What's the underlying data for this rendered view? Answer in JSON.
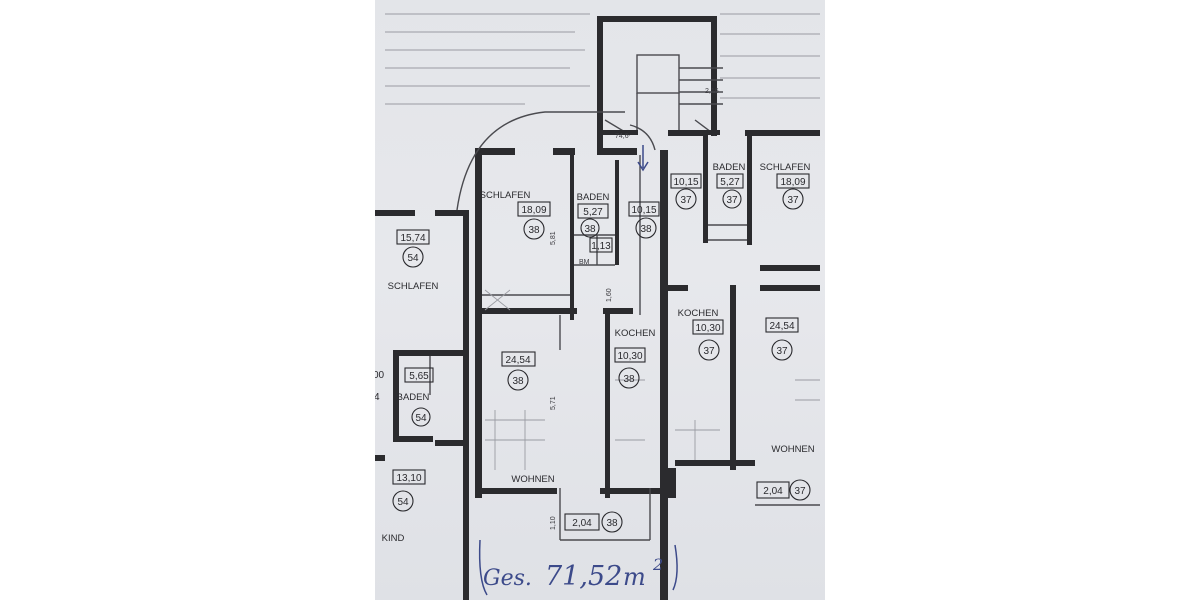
{
  "rooms": [
    {
      "id": "schlafen-38",
      "name": "SCHLAFEN",
      "area": "18,09",
      "unit": "38"
    },
    {
      "id": "baden-38",
      "name": "BADEN",
      "area": "5,27",
      "unit": "38"
    },
    {
      "id": "flur-38",
      "name": "",
      "area": "10,15",
      "unit": "38"
    },
    {
      "id": "wc-38",
      "name": "",
      "area": "1,13",
      "unit": ""
    },
    {
      "id": "wohnen-38",
      "name": "",
      "area": "24,54",
      "unit": "38"
    },
    {
      "id": "kochen-38",
      "name": "KOCHEN",
      "area": "10,30",
      "unit": "38"
    },
    {
      "id": "wohnen-label-38",
      "name": "WOHNEN",
      "area": "",
      "unit": ""
    },
    {
      "id": "balkon-38",
      "name": "",
      "area": "2,04",
      "unit": "38"
    },
    {
      "id": "flur-37",
      "name": "",
      "area": "10,15",
      "unit": "37"
    },
    {
      "id": "baden-37",
      "name": "BADEN",
      "area": "5,27",
      "unit": "37"
    },
    {
      "id": "schlafen-37",
      "name": "SCHLAFEN",
      "area": "18,09",
      "unit": "37"
    },
    {
      "id": "kochen-37",
      "name": "KOCHEN",
      "area": "10,30",
      "unit": "37"
    },
    {
      "id": "wohnen-37",
      "name": "",
      "area": "24,54",
      "unit": "37"
    },
    {
      "id": "wohnen-label-37",
      "name": "WOHNEN",
      "area": "",
      "unit": ""
    },
    {
      "id": "balkon-37",
      "name": "",
      "area": "2,04",
      "unit": "37"
    },
    {
      "id": "schlafen-54",
      "name": "SCHLAFEN",
      "area": "15,74",
      "unit": "54"
    },
    {
      "id": "baden-54",
      "name": "BADEN",
      "area": "5,65",
      "unit": "54"
    },
    {
      "id": "kind-54",
      "name": "",
      "area": "13,10",
      "unit": "54"
    },
    {
      "id": "kind-label-54",
      "name": "KIND",
      "area": "",
      "unit": ""
    }
  ],
  "dimensions": {
    "d581": "5,81",
    "d160": "1,60",
    "d571": "5,71",
    "d110": "1,10",
    "d74": "74,6",
    "d216": "2,16",
    "d113": "1,13",
    "bm": "BM"
  },
  "cut_numbers": {
    "left_edge_top": "00",
    "left_edge_bottom": "4"
  },
  "total": {
    "prefix": "Ges.",
    "value": "71,52",
    "unit": "m",
    "exponent": "2"
  }
}
